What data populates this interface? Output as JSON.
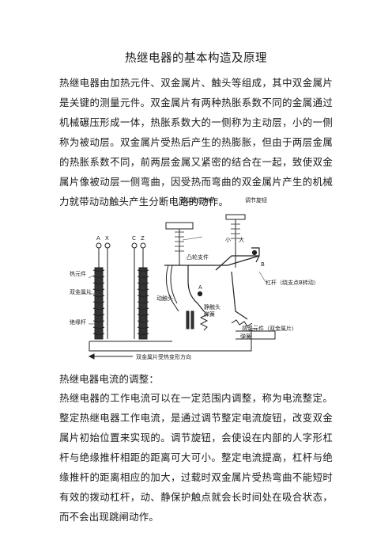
{
  "title": "热继电器的基本构造及原理",
  "intro": "热继电器由加热元件、双金属片、触头等组成，其中双金属片是关键的测量元件。双金属片有两种热胀系数不同的金属通过机械碾压形成一体，热胀系数大的一侧称为主动层，小的一侧称为被动层。双金属片受热后产生的热膨胀，但由于两层金属的热胀系数不同，前两层金属又紧密的结合在一起，致使双金属片像被动层一侧弯曲，因受热而弯曲的双金属片产生的机械力就带动动触头产生分断电路的动作。",
  "diagram": {
    "labels": {
      "reset_button": "手动复位按钮",
      "adjust_knob": "调节旋钮",
      "small": "小",
      "large": "大",
      "cam": "凸轮支件",
      "lever": "杠杆（绕支点B转动）",
      "b": "B",
      "a": "A",
      "moving_contact": "动触头",
      "static_contact": "静触头",
      "spring": "弹簧",
      "spring2": "弹簧",
      "temp_comp": "感温元件（双金属片）",
      "heater": "热元件",
      "bimetal": "双金属片",
      "insulating_rod": "绝缘杆",
      "t_a": "A",
      "t_x": "X",
      "t_c": "C",
      "t_z": "Z",
      "direction": "双金属片受热变形方向"
    }
  },
  "section_title": "热继电器电流的调整：",
  "adjust_text": "热继电器的工作电流可以在一定范围内调整，称为电流整定。整定热继电器工作电流，是通过调节整定电流旋钮，改变双金属片初始位置来实现的。调节旋钮，会使设在内部的人字形杠杆与绝缘推杆相距的距离可大可小。整定电流提高，杠杆与绝缘推杆的距离相应的加大，过载时双金属片受热弯曲不能短时有效的拨动杠杆，动、静保护触点就会长时间处在吸合状态，而不会出现跳闸动作。"
}
